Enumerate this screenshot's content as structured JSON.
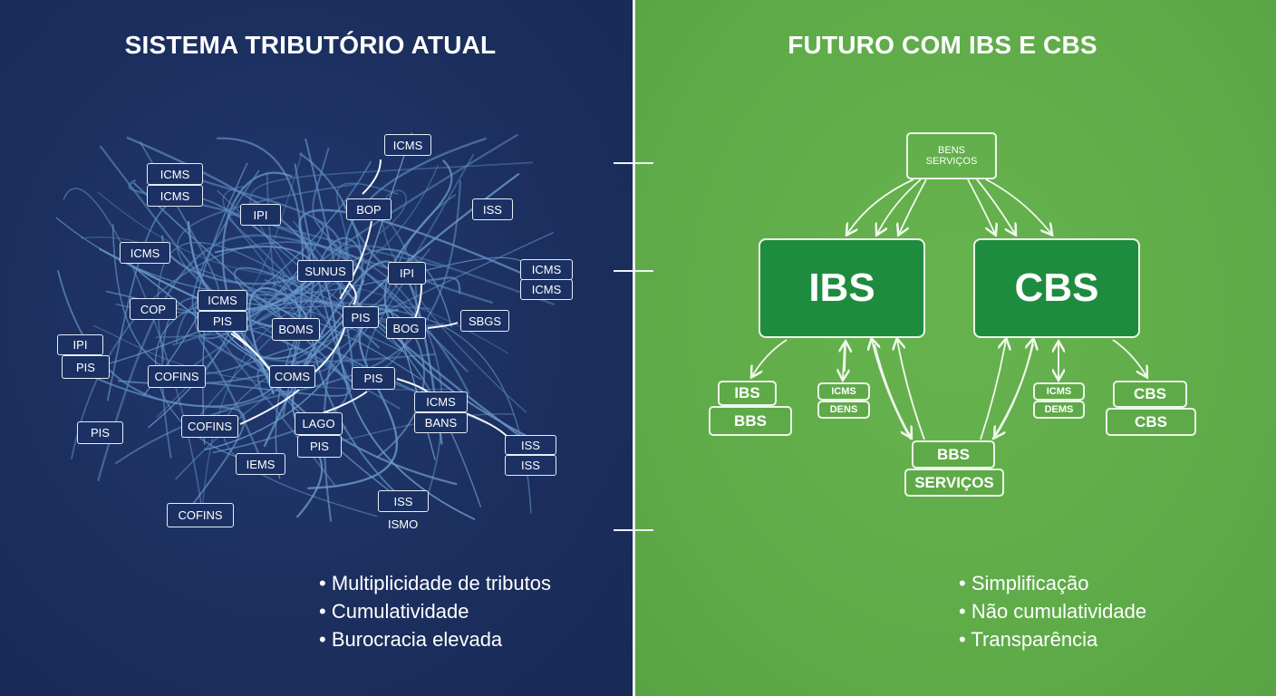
{
  "left": {
    "title": "SISTEMA TRIBUTÓRIO ATUAL",
    "boxes": [
      "ICMS",
      "ICMS",
      "ICMS",
      "IPI",
      "BOP",
      "ISS",
      "ICMS",
      "SUNUS",
      "IPI",
      "ICMS",
      "ICMS",
      "ICMS",
      "PIS",
      "COP",
      "BOMS",
      "PIS",
      "BOG",
      "SBGS",
      "IPI",
      "PIS",
      "COFINS",
      "COMS",
      "PIS",
      "ICMS",
      "BANS",
      "PIS",
      "COFINS",
      "LAGO",
      "PIS",
      "ISS",
      "ISS",
      "IEMS",
      "ISS",
      "COFINS"
    ],
    "extra_label": "ISMO",
    "bullets": [
      "Multiplicidade de tributos",
      "Cumulatividade",
      "Burocracia elevada"
    ]
  },
  "right": {
    "title": "FUTURO COM IBS E CBS",
    "top_box": [
      "BENS",
      "SERVIÇOS"
    ],
    "main": [
      "IBS",
      "CBS"
    ],
    "boxes": [
      "IBS",
      "BBS",
      "ICMS",
      "DENS",
      "BBS",
      "SERVIÇOS",
      "ICMS",
      "DEMS",
      "CBS",
      "CBS"
    ],
    "bullets": [
      "Simplificação",
      "Não cumulatividade",
      "Transparência"
    ]
  },
  "colors": {
    "left_bg": "#1c2f5f",
    "right_bg": "#5eaa48",
    "main_box": "#1e8c3f"
  }
}
